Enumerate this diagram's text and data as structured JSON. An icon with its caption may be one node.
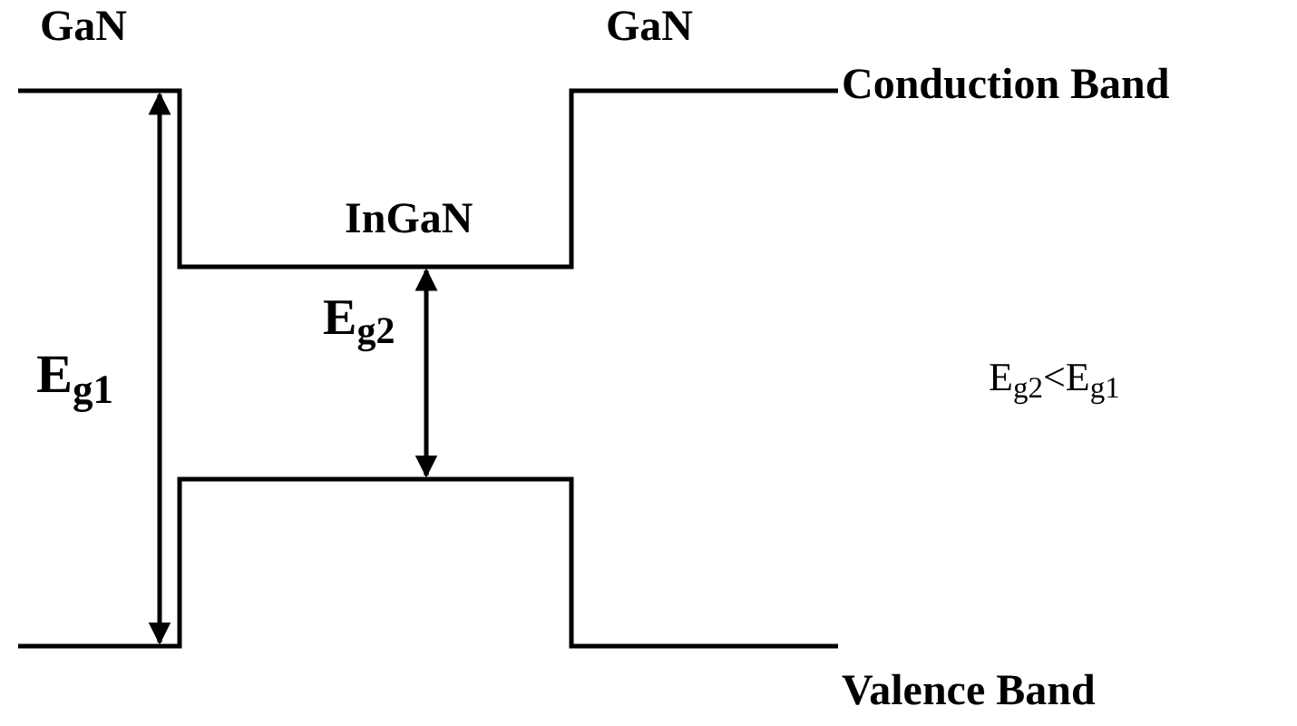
{
  "diagram": {
    "labels": [
      "GaN",
      "GaN",
      "InGaN",
      "Conduction Band",
      "E$_{g1}$",
      "E$_{g2}$",
      "E$_{g2}$<E$_{g1}$",
      "Valence Band"
    ]
  }
}
